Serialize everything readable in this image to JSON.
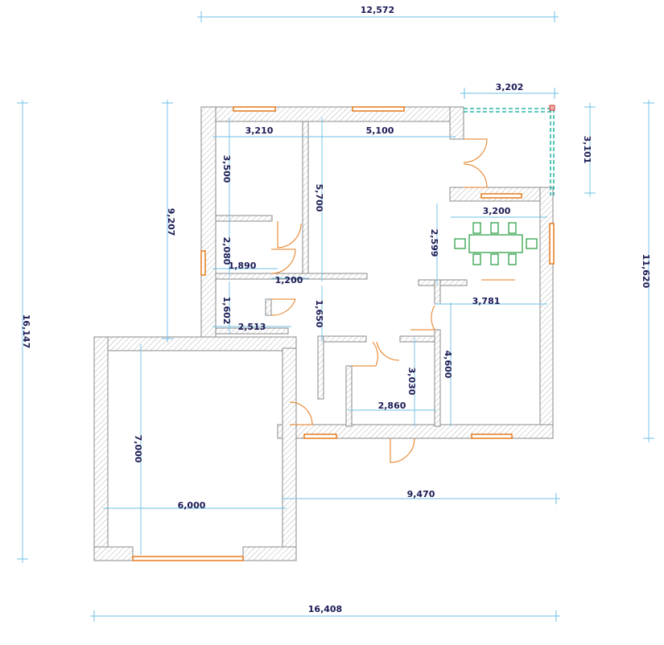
{
  "plan": {
    "dimensions": {
      "overall_top": "12,572",
      "overall_bottom": "16,408",
      "overall_left": "16,147",
      "overall_right": "11,620",
      "upper_left": "9,207",
      "terrace_width": "3,202",
      "terrace_depth": "3,101",
      "room_nw_width": "3,210",
      "room_nw_depth": "3,500",
      "living_width": "5,100",
      "living_depth": "5,700",
      "dining_width": "3,200",
      "dining_depth": "2,599",
      "bath_depth": "2,080",
      "bath_width": "1,890",
      "corridor_width": "1,200",
      "toilet_depth": "1,602",
      "toilet_width": "2,513",
      "hall_depth": "1,650",
      "bedroom_se_width": "3,781",
      "bedroom_se_depth": "4,600",
      "storage_width": "2,860",
      "storage_depth": "3,030",
      "garage_depth": "7,000",
      "garage_width": "6,000",
      "lower_right": "9,470"
    }
  },
  "colors": {
    "dimension_line": "#6cc0e6",
    "dimension_text": "#1a1a55",
    "wall_outline": "#8a8a8a",
    "windows_doors": "#e57a1a",
    "furniture": "#1f9a3c",
    "terrace_outline": "#2bb6a8"
  }
}
